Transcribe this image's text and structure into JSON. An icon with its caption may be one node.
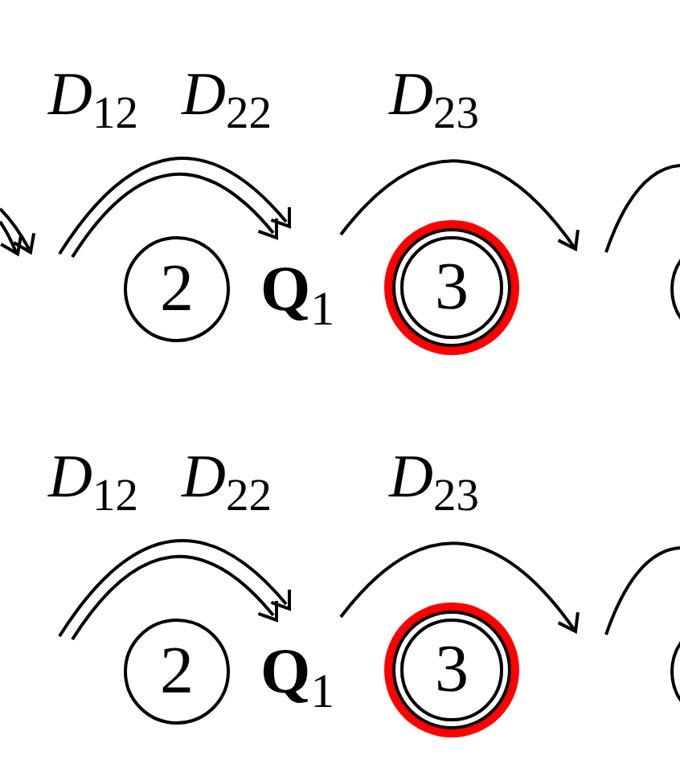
{
  "diagram": {
    "nodes": [
      {
        "text": [
          "2"
        ]
      },
      {
        "text": [
          "3"
        ]
      },
      {
        "text": [],
        "shape": "circle"
      },
      {
        "text": [
          "2"
        ]
      },
      {
        "text": [
          "3"
        ]
      },
      {
        "text": [],
        "shape": "circle"
      }
    ],
    "labels": [
      "*D*$_{12}$",
      "*D*$_{22}$",
      "*D*$_{23}$",
      "**Q**$_{1}$",
      "*D*$_{12}$",
      "*D*$_{22}$",
      "*D*$_{23}$",
      "**Q**$_{1}$"
    ]
  }
}
